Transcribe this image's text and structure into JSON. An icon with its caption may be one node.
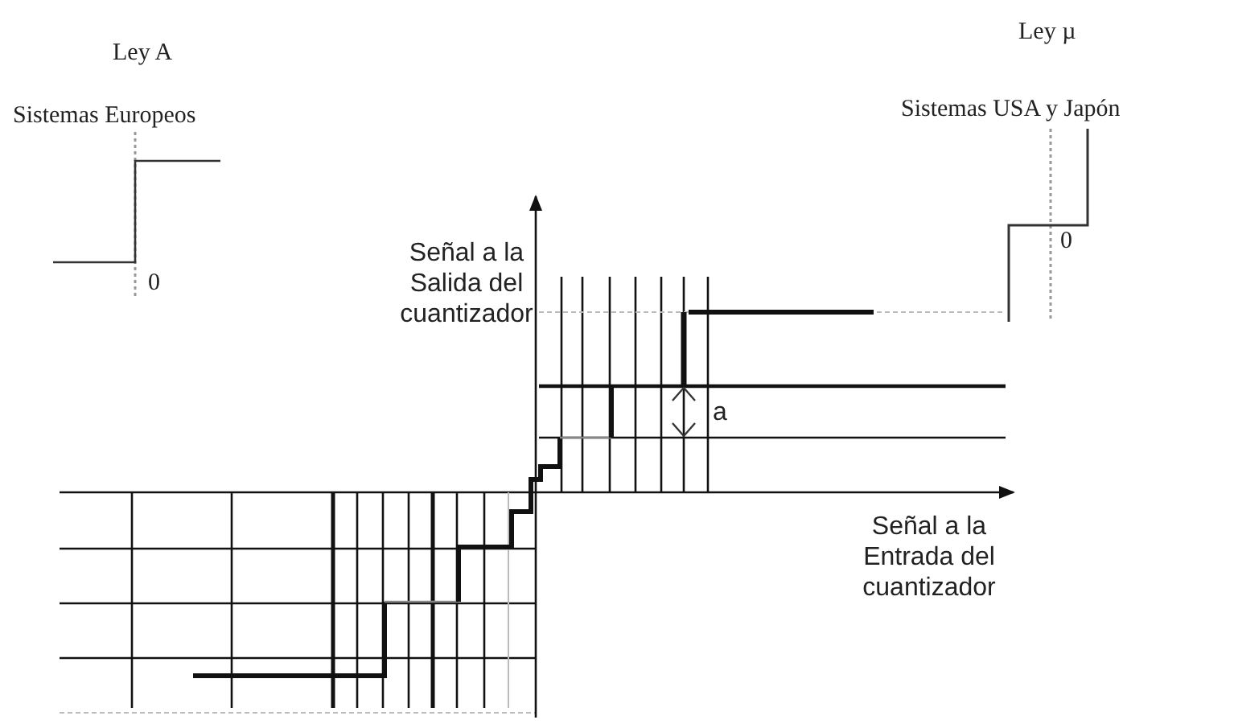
{
  "diagram": {
    "labels": [
      "Ley A",
      "Ley µ",
      "Sistemas Europeos",
      "Sistemas USA y Japón",
      "0",
      "Señal a la Salida del cuantizador",
      "0",
      "a",
      "Señal a la Entrada del cuantizador"
    ]
  }
}
